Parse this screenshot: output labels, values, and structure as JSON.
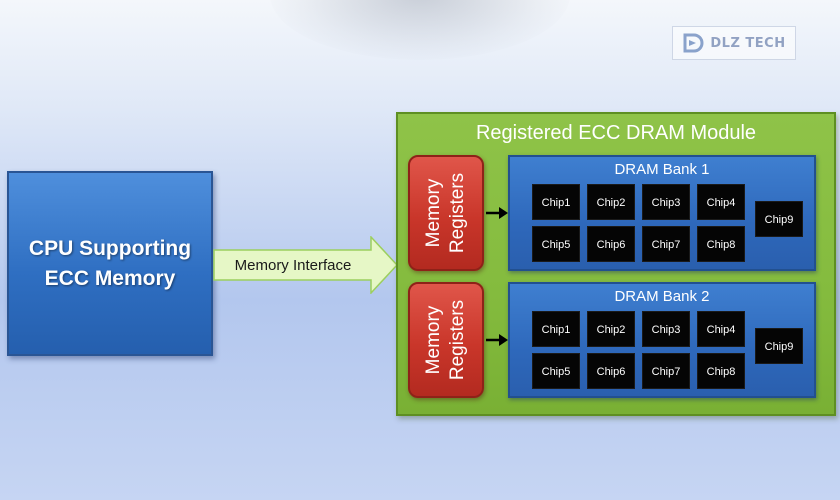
{
  "logo": {
    "text": "DLZ TECH",
    "icon": "dlz-tech-logo-icon"
  },
  "cpu": {
    "line1": "CPU Supporting",
    "line2": "ECC Memory"
  },
  "interface": {
    "label": "Memory Interface"
  },
  "module": {
    "title": "Registered ECC DRAM Module"
  },
  "registers": [
    {
      "line1": "Memory",
      "line2": "Registers"
    },
    {
      "line1": "Memory",
      "line2": "Registers"
    }
  ],
  "banks": [
    {
      "title": "DRAM Bank 1",
      "chips": [
        "Chip1",
        "Chip2",
        "Chip3",
        "Chip4",
        "Chip5",
        "Chip6",
        "Chip7",
        "Chip8"
      ],
      "ecc_chip": "Chip9"
    },
    {
      "title": "DRAM Bank 2",
      "chips": [
        "Chip1",
        "Chip2",
        "Chip3",
        "Chip4",
        "Chip5",
        "Chip6",
        "Chip7",
        "Chip8"
      ],
      "ecc_chip": "Chip9"
    }
  ],
  "colors": {
    "cpu_blue": "#2f6fc2",
    "module_green": "#84bb3e",
    "register_red": "#c9362a",
    "bank_blue": "#2e68bb",
    "chip_black": "#050505",
    "interface_arrow": "#e6f7c6"
  }
}
